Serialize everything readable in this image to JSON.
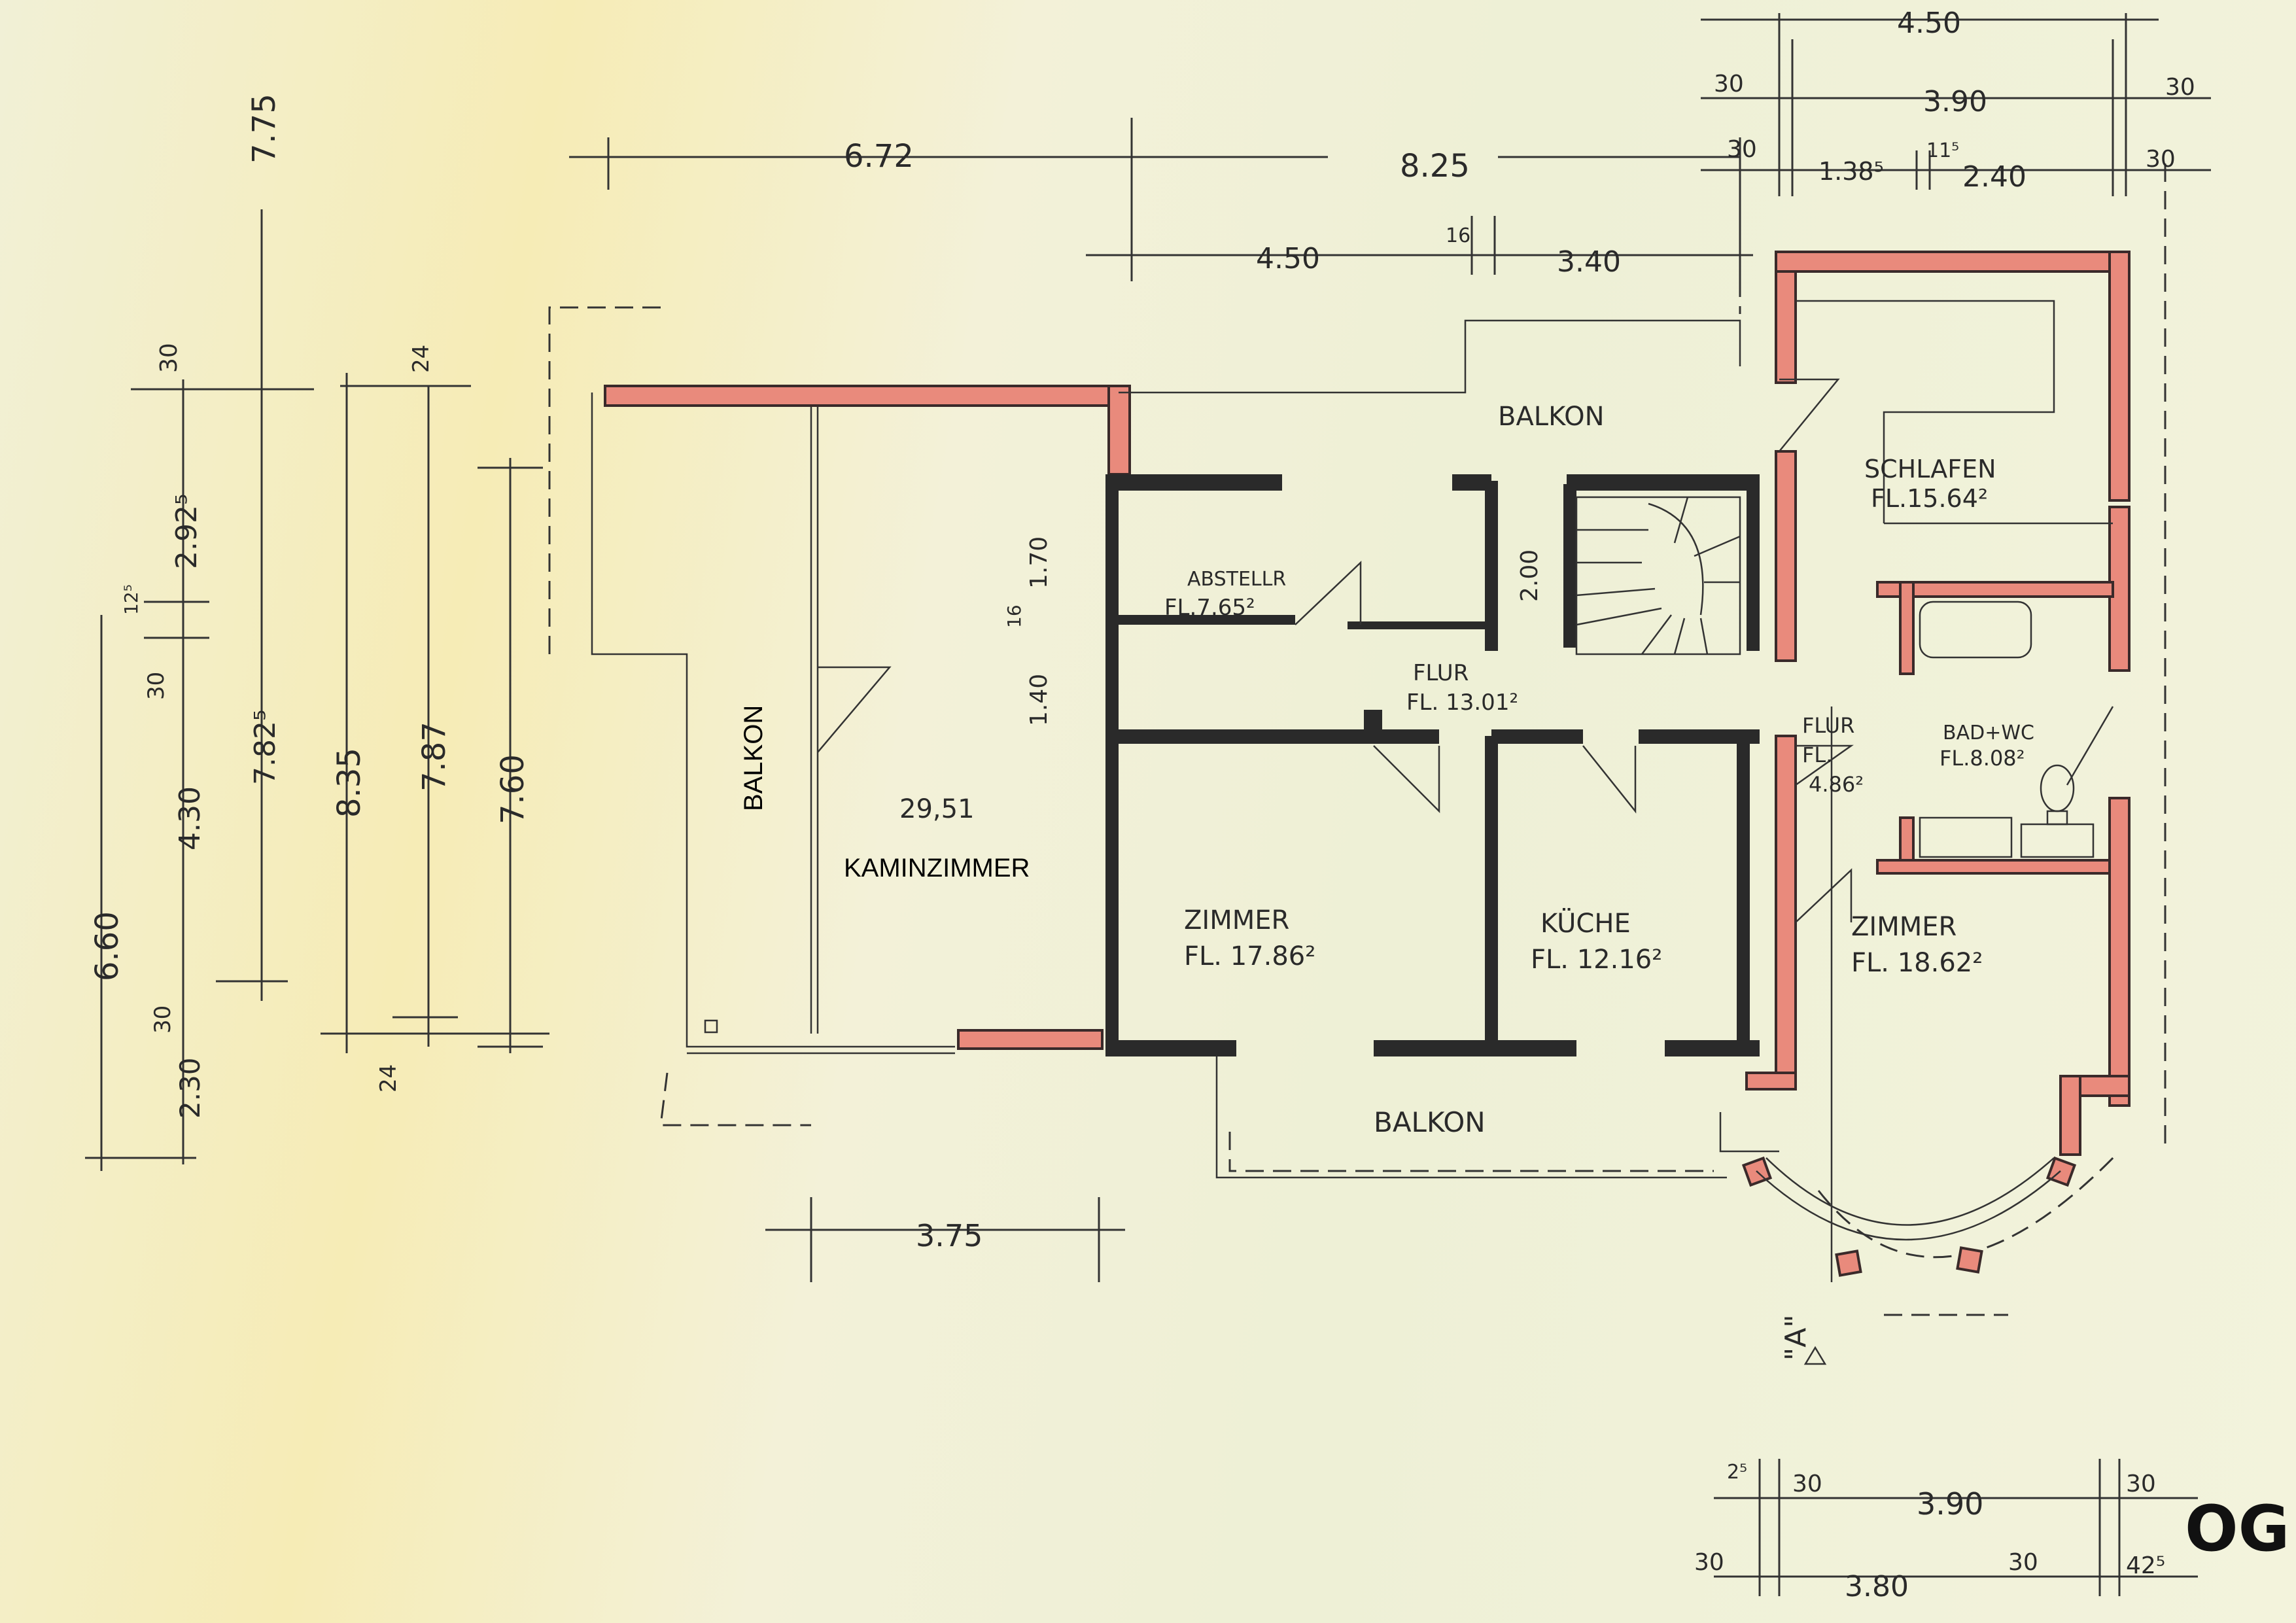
{
  "rooms": {
    "kaminzimmer": {
      "name": "KAMINZIMMER",
      "area": "29,51"
    },
    "balkon_left": "BALKON",
    "balkon_top": "BALKON",
    "balkon_bottom": "BALKON",
    "abstell": {
      "name": "ABSTELLR",
      "area": "FL.7.65²"
    },
    "flur_main": {
      "name": "FLUR",
      "area": "FL. 13.01²"
    },
    "flur_small": {
      "name": "FLUR",
      "prefix": "FL.",
      "area": "4.86²"
    },
    "zimmer_left": {
      "name": "ZIMMER",
      "area": "FL. 17.86²"
    },
    "kueche": {
      "name": "KÜCHE",
      "area": "FL. 12.16²"
    },
    "zimmer_right": {
      "name": "ZIMMER",
      "area": "FL. 18.62²"
    },
    "schlafen": {
      "name": "SCHLAFEN",
      "area": "FL.15.64²"
    },
    "bad": {
      "name": "BAD+WC",
      "area": "FL.8.08²"
    }
  },
  "dimensions": {
    "top_left": "6.72",
    "top_mid": "8.25",
    "seg_450": "4.50",
    "seg_16": "16",
    "seg_340": "3.40",
    "top_right_total": "4.50",
    "top_right_390": "3.90",
    "top_right_30a": "30",
    "top_right_30b": "30",
    "top_right_30c": "30",
    "top_right_30d": "30",
    "top_right_138": "1.38⁵",
    "top_right_11": "11⁵",
    "top_right_240": "2.40",
    "bottom_375": "3.75",
    "bottom_right_390": "3.90",
    "bottom_right_380": "3.80",
    "bottom_right_2": "2⁵",
    "bottom_right_30a": "30",
    "bottom_right_30b": "30",
    "bottom_right_30c": "30",
    "bottom_right_30d": "30",
    "bottom_right_42": "42⁵",
    "left_775": "7.75",
    "left_30": "30",
    "left_292": "2.92⁵",
    "left_12": "12⁵",
    "left_30b": "30",
    "left_430": "4.30",
    "left_782": "7.82⁵",
    "left_660": "6.60",
    "left_30c": "30",
    "left_230": "2.30",
    "left_835": "8.35",
    "left_787": "7.87",
    "left_24a": "24",
    "left_24b": "24",
    "left_760": "7.60",
    "inner_170": "1.70",
    "inner_140": "1.40",
    "inner_16": "16",
    "inner_200": "2.00"
  },
  "section_mark": "\"A\"",
  "floor_label": "OG",
  "colors": {
    "wall_red": "#e98a7c",
    "wall_black": "#2a2a2a",
    "paper": "#f1f0d6"
  }
}
